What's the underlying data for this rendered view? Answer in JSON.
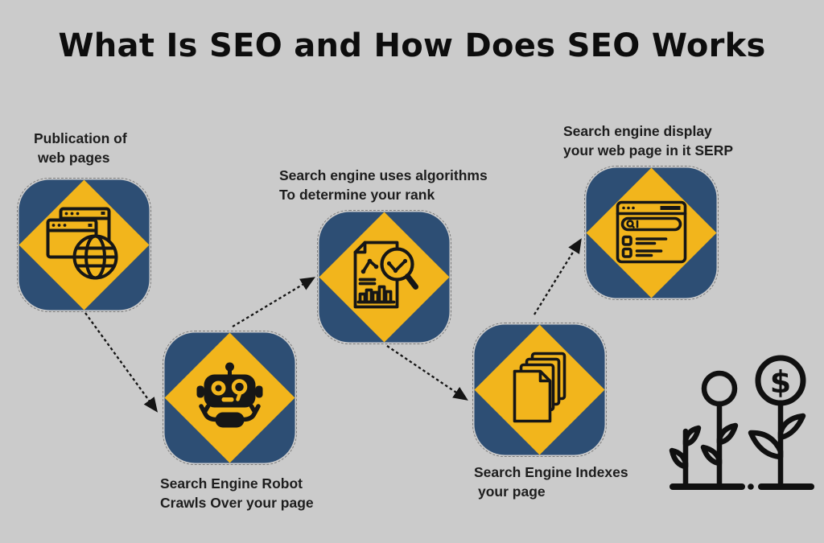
{
  "title": "What Is SEO and How Does SEO Works",
  "colors": {
    "background": "#cbcbcb",
    "node_square_blue": "#2d4e74",
    "diamond_yellow": "#f2b51c",
    "line_black": "#151515",
    "label_text": "#1d1d1d"
  },
  "steps": [
    {
      "name": "publication-of-web-pages",
      "icon": "browser-globe-icon",
      "lines": [
        "Publication of",
        "web pages"
      ]
    },
    {
      "name": "robot-crawls-page",
      "icon": "robot-crawler-icon",
      "lines": [
        "Search Engine Robot",
        "Crawls Over your page"
      ]
    },
    {
      "name": "algorithms-determine-rank",
      "icon": "report-magnifier-icon",
      "lines": [
        "Search engine uses algorithms",
        "To determine your rank"
      ]
    },
    {
      "name": "indexes-your-page",
      "icon": "stacked-pages-icon",
      "lines": [
        "Search Engine Indexes",
        "your page"
      ]
    },
    {
      "name": "display-in-serp",
      "icon": "serp-browser-icon",
      "lines": [
        "Search engine display",
        "your web page in it SERP"
      ]
    }
  ],
  "decoration": {
    "name": "dollar-plant-growth-icon",
    "dollar_sign": "$"
  }
}
